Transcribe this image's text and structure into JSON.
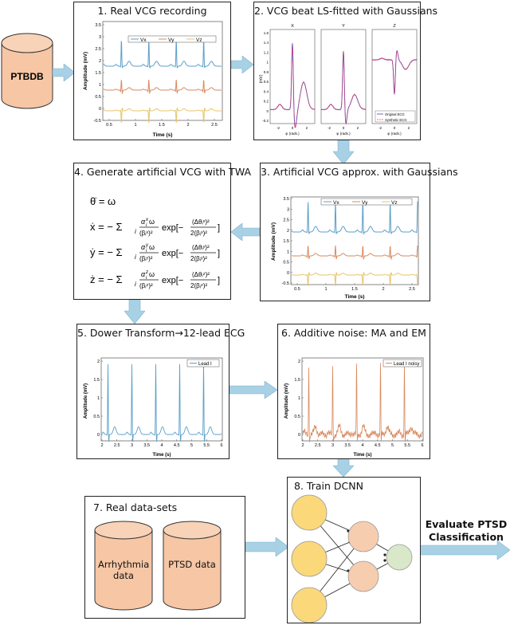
{
  "source": {
    "label": "PTBDB"
  },
  "step1": {
    "title": "1. Real VCG recording",
    "xlabel": "Time (s)",
    "ylabel": "Amplitude (mV)",
    "yticks": [
      "3.5",
      "3",
      "2.5",
      "2",
      "1.5",
      "1",
      "0.5",
      "0",
      "-0.5"
    ],
    "xticks": [
      "0.5",
      "1",
      "1.5",
      "2",
      "2.5"
    ],
    "legend": [
      "Vx",
      "Vy",
      "Vz"
    ]
  },
  "step2": {
    "title": "2. VCG beat LS-fitted with Gaussians",
    "panels": [
      "X",
      "Y",
      "Z"
    ],
    "xlabel": "φ (rads.)",
    "ylabel": "(mV)",
    "yticks": [
      "1.6",
      "1.4",
      "1.2",
      "1",
      "0.8",
      "0.6",
      "0.4",
      "0.2",
      "0",
      "-0.2"
    ],
    "xticks": [
      "-2",
      "0",
      "2"
    ],
    "legend": [
      "Original ECG",
      "Synthetic ECG"
    ]
  },
  "step3": {
    "title": "3. Artificial VCG approx. with Gaussians",
    "xlabel": "Time (s)",
    "ylabel": "Amplitude (mV)",
    "yticks": [
      "3.5",
      "3",
      "2.5",
      "2",
      "1.5",
      "1",
      "0.5",
      "0",
      "-0.5"
    ],
    "xticks": [
      "0.5",
      "1",
      "1.5",
      "2",
      "2.5"
    ],
    "legend": [
      "Vx",
      "Vy",
      "Vz"
    ]
  },
  "step4": {
    "title": "4. Generate artificial VCG with TWA",
    "eq1": "θ̇ = ω",
    "eq2_lhs": "ẋ = − Σ",
    "eq3_lhs": "ẏ = − Σ",
    "eq4_lhs": "ż = − Σ",
    "num_x": "α",
    "den_x": "(βᵢˣ)²",
    "exp_num_x": "(Δθᵢˣ)²",
    "exp_den_x": "2(βᵢˣ)²",
    "num_y": "α",
    "den_y": "(βᵢʸ)²",
    "exp_num_y": "(Δθᵢʸ)²",
    "exp_den_y": "2(βᵢʸ)²",
    "num_z": "α",
    "den_z": "(βᵢᶻ)²",
    "exp_num_z": "(Δθᵢᶻ)²",
    "exp_den_z": "2(βᵢᶻ)²",
    "sub_i": "i",
    "omega": "ω",
    "exp": "exp[−",
    "close": "]",
    "sup_x": "x",
    "sup_y": "y",
    "sup_z": "z",
    "sub_ii": "i"
  },
  "step5": {
    "title": "5. Dower Transform→12-lead ECG",
    "xlabel": "Time (s)",
    "ylabel": "Amplitude (mV)",
    "yticks": [
      "2",
      "1.5",
      "1",
      "0.5",
      "0"
    ],
    "xticks": [
      "2",
      "2.5",
      "3",
      "3.5",
      "4",
      "4.5",
      "5",
      "5.5",
      "6"
    ],
    "legend": "Lead I"
  },
  "step6": {
    "title": "6. Additive noise: MA and EM",
    "xlabel": "Time (s)",
    "ylabel": "Amplitude (mV)",
    "yticks": [
      "2",
      "1.5",
      "1",
      "0.5",
      "0"
    ],
    "xticks": [
      "2",
      "2.5",
      "3",
      "3.5",
      "4",
      "4.5",
      "5",
      "5.5",
      "6"
    ],
    "legend": "Lead I noisy"
  },
  "step7": {
    "title": "7. Real data-sets",
    "db1": "Arrhythmia data",
    "db2": "PTSD data"
  },
  "step8": {
    "title": "8. Train DCNN"
  },
  "result": {
    "line1": "Evaluate PTSD",
    "line2": "Classification"
  },
  "colors": {
    "vx": "#5b9fc9",
    "vy": "#d98a5f",
    "vz": "#e8c46a",
    "cyl": "#f6c6a5",
    "arrow": "#a8d1e6",
    "nodeY": "#fbd97a",
    "nodeO": "#f7cdb0",
    "nodeG": "#d9e8c8"
  }
}
